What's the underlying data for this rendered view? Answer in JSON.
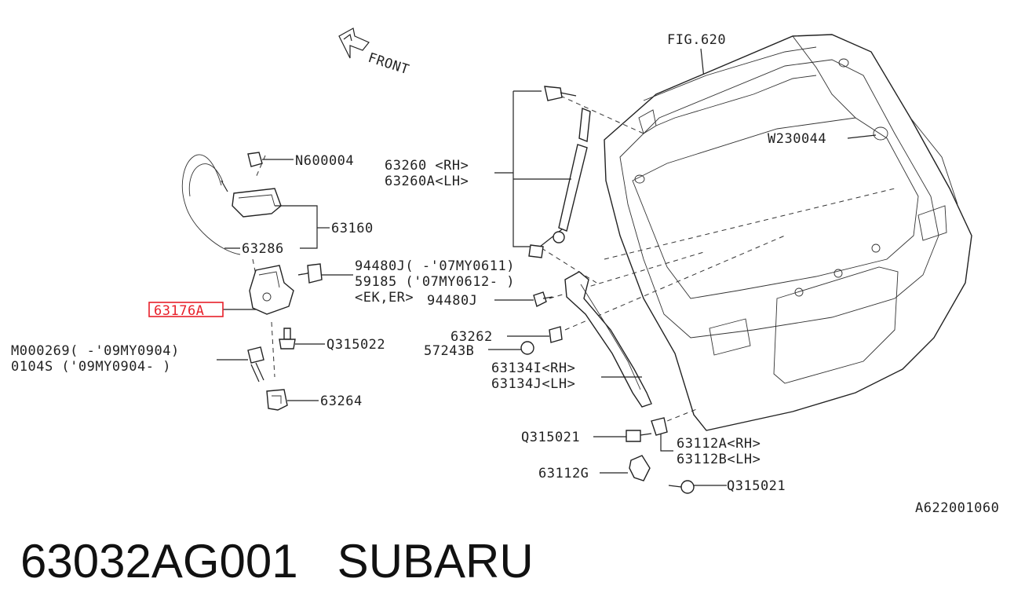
{
  "diagram": {
    "front_label": "FRONT",
    "fig_ref": "FIG.620",
    "figure_code": "A622001060",
    "highlight_color": "#e8202a",
    "parts": {
      "n600004": "N600004",
      "p63160": "63160",
      "p63286": "63286",
      "p94480j_a": "94480J( -'07MY0611)",
      "p59185": "59185  ('07MY0612- )",
      "p_ek_er": "<EK,ER>",
      "p94480j_b": "94480J",
      "p63176a": "63176A",
      "q315022": "Q315022",
      "m000269": "M000269( -'09MY0904)",
      "p0104s": "0104S   ('09MY0904- )",
      "p63264": "63264",
      "p63260_rh": "63260 <RH>",
      "p63260a_lh": "63260A<LH>",
      "p63262": "63262",
      "p57243b": "57243B",
      "p63134i_rh": "63134I<RH>",
      "p63134j_lh": "63134J<LH>",
      "w230044": "W230044",
      "q315021_a": "Q315021",
      "p63112a_rh": "63112A<RH>",
      "p63112b_lh": "63112B<LH>",
      "p63112g": "63112G",
      "q315021_b": "Q315021"
    }
  },
  "footer": {
    "part_number": "63032AG001",
    "brand": "SUBARU"
  }
}
